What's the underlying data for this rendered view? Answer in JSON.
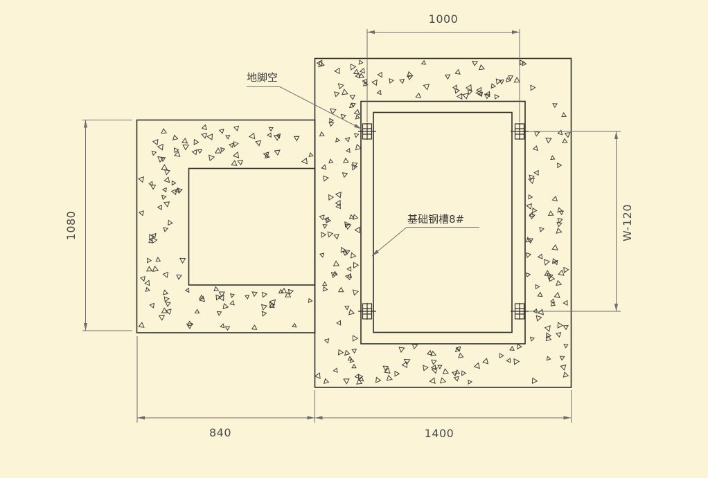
{
  "colors": {
    "background": "#FBF4D6",
    "line": "#2E2D2B",
    "dim": "#6E6E6E",
    "text": "#4A4A4A",
    "cjk_text": "#3A3A3A",
    "hatch": "#3E3D39"
  },
  "plan": {
    "dim_top": "1000",
    "dim_left": "1080",
    "dim_bottom_left": "840",
    "dim_bottom_right": "1400",
    "dim_right": "W-120",
    "label_anchor_hole": "地脚空",
    "label_channel": "基础钢槽8#"
  }
}
